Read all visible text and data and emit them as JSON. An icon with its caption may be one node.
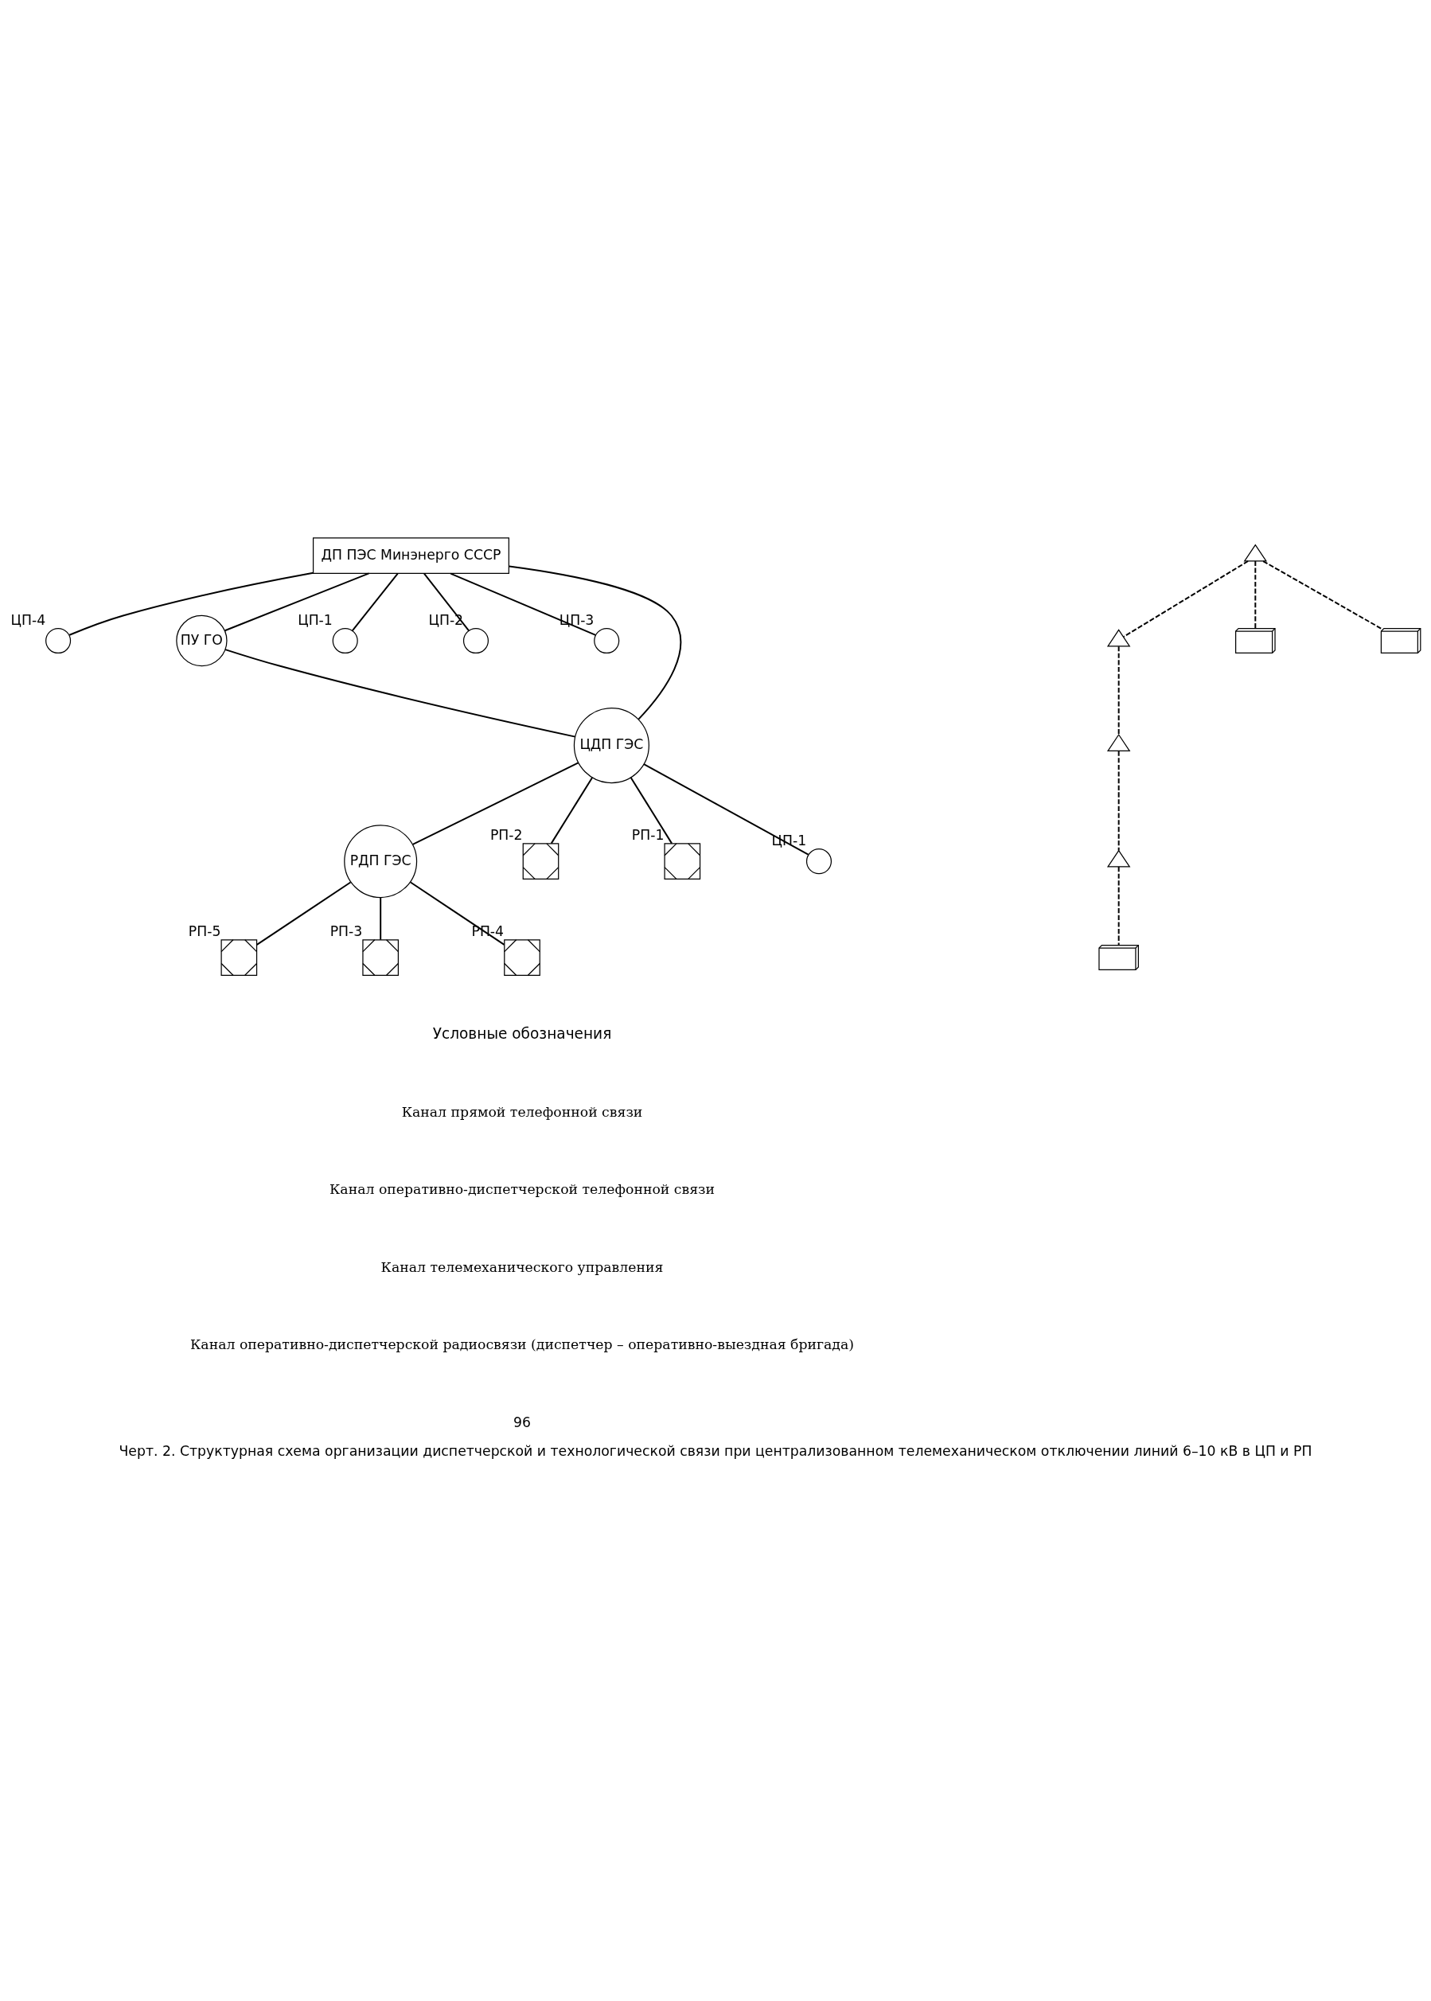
{
  "diagram": {
    "caption": "Черт. 2. Структурная схема организации диспетчерской и технологической связи при централизованном телемеханическом отключении линий 6–10 кВ в ЦП и РП",
    "nodes": [
      {
        "text": [],
        "shape": "circle",
        "beside": [
          "ЦП-4"
        ]
      },
      {
        "text": [
          "ДП ПЭС Минэнерго СССР"
        ]
      },
      {
        "text": [
          "ПУ ГО"
        ]
      },
      {
        "text": [],
        "shape": "antenna"
      },
      {
        "text": [],
        "shape": "antenna"
      },
      {
        "text": [],
        "shape": "circle",
        "beside": [
          "ЦП-1"
        ]
      },
      {
        "text": [],
        "shape": "circle",
        "beside": [
          "ЦП-2"
        ]
      },
      {
        "text": [],
        "shape": "antenna"
      },
      {
        "text": [],
        "shape": "circle",
        "beside": [
          "ЦП-3"
        ]
      },
      {
        "text": [],
        "shape": "truck"
      },
      {
        "text": [
          "ЦДП ГЭС"
        ]
      },
      {
        "text": [],
        "shape": "truck"
      },
      {
        "text": [],
        "shape": "antenna"
      },
      {
        "text": [
          "РДП ГЭС"
        ]
      },
      {
        "text": [],
        "shape": "box",
        "beside": [
          "РП-2"
        ]
      },
      {
        "text": [],
        "shape": "box",
        "beside": [
          "РП-1"
        ]
      },
      {
        "text": [],
        "shape": "truck"
      },
      {
        "text": [],
        "shape": "circle",
        "beside": [
          "ЦП-1"
        ]
      },
      {
        "text": [],
        "shape": "box",
        "beside": [
          "РП-5"
        ]
      },
      {
        "text": [],
        "shape": "box",
        "beside": [
          "РП-3"
        ]
      },
      {
        "text": [],
        "shape": "box",
        "beside": [
          "РП-4"
        ]
      }
    ],
    "edges": [
      {
        "from": 1,
        "to": 2,
        "arrow": "none"
      },
      {
        "from": 1,
        "to": 10,
        "arrow": "none"
      },
      {
        "from": 2,
        "to": 10,
        "arrow": "none"
      },
      {
        "from": 10,
        "to": 13,
        "arrow": "none"
      },
      {
        "from": 1,
        "to": 0,
        "arrow": "none"
      },
      {
        "from": 1,
        "to": 5,
        "arrow": "none"
      },
      {
        "from": 1,
        "to": 6,
        "arrow": "none"
      },
      {
        "from": 1,
        "to": 8,
        "arrow": "none"
      },
      {
        "from": 10,
        "to": 15,
        "arrow": "none"
      },
      {
        "from": 10,
        "to": 17,
        "arrow": "none"
      },
      {
        "from": 10,
        "to": 14,
        "arrow": "none"
      },
      {
        "from": 13,
        "to": 18,
        "arrow": "none"
      },
      {
        "from": 13,
        "to": 20,
        "arrow": "none"
      },
      {
        "from": 13,
        "to": 19,
        "arrow": "none"
      },
      {
        "from": 3,
        "to": 9,
        "arrow": "none",
        "style": "dashed"
      },
      {
        "from": 3,
        "to": 4,
        "arrow": "none",
        "style": "dashed"
      },
      {
        "from": 3,
        "to": 11,
        "arrow": "none",
        "style": "dashed"
      },
      {
        "from": 4,
        "to": 7,
        "arrow": "none",
        "style": "dashed"
      },
      {
        "from": 7,
        "to": 12,
        "arrow": "none",
        "style": "dashed"
      },
      {
        "from": 12,
        "to": 16,
        "arrow": "none",
        "style": "dashed"
      }
    ],
    "labels": [
      "Условные обозначения",
      "96"
    ],
    "legend": [
      {
        "text": "Канал прямой телефонной связи"
      },
      {
        "text": "Канал оперативно-диспетчерской телефонной связи"
      },
      {
        "text": "Канал телемеханического управления"
      },
      {
        "text": "Канал оперативно-диспетчерской радиосвязи (диспетчер – оперативно-выездная бригада)"
      }
    ]
  }
}
